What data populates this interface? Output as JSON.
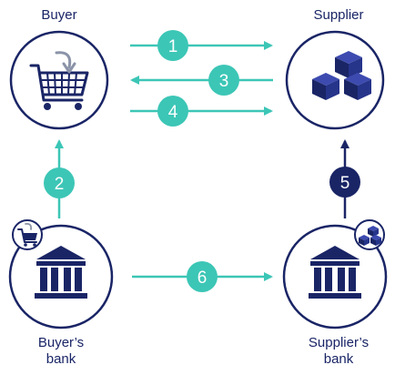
{
  "nodes": {
    "buyer": {
      "label": "Buyer"
    },
    "supplier": {
      "label": "Supplier"
    },
    "buyer_bank": {
      "label_line1": "Buyer’s",
      "label_line2": "bank"
    },
    "supplier_bank": {
      "label_line1": "Supplier’s",
      "label_line2": "bank"
    }
  },
  "steps": [
    "1",
    "2",
    "3",
    "4",
    "5",
    "6"
  ],
  "colors": {
    "navy": "#1a2566",
    "teal": "#3cc6b6",
    "circle_border": "#1a2566"
  }
}
